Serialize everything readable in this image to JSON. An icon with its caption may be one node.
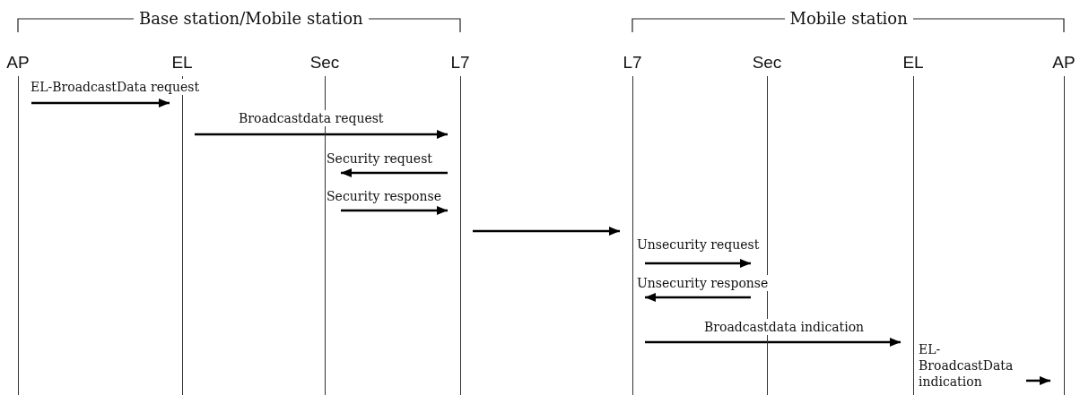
{
  "diagram": {
    "nodes": [
      {
        "text": [
          "AP"
        ]
      },
      {
        "text": [
          "EL"
        ]
      },
      {
        "text": [
          "Sec"
        ]
      },
      {
        "text": [
          "L7"
        ]
      },
      {
        "text": [
          "L7"
        ]
      },
      {
        "text": [
          "Sec"
        ]
      },
      {
        "text": [
          "EL"
        ]
      },
      {
        "text": [
          "AP"
        ]
      }
    ],
    "edges": [
      {
        "from": 0,
        "to": 1,
        "arrow": "to",
        "label": "EL-BroadcastData request"
      },
      {
        "from": 1,
        "to": 3,
        "arrow": "to",
        "label": "Broadcastdata request"
      },
      {
        "from": 3,
        "to": 2,
        "arrow": "to",
        "label": "Security request"
      },
      {
        "from": 2,
        "to": 3,
        "arrow": "to",
        "label": "Security response"
      },
      {
        "from": 3,
        "to": 4,
        "arrow": "to"
      },
      {
        "from": 4,
        "to": 5,
        "arrow": "to",
        "label": "Unsecurity request"
      },
      {
        "from": 5,
        "to": 4,
        "arrow": "to",
        "label": "Unsecurity response"
      },
      {
        "from": 4,
        "to": 6,
        "arrow": "to",
        "label": "Broadcastdata indication"
      },
      {
        "from": 6,
        "to": 7,
        "arrow": "to",
        "label": "EL-BroadcastData indication"
      }
    ],
    "labels": [
      "Base station/Mobile station",
      "Mobile station"
    ]
  }
}
